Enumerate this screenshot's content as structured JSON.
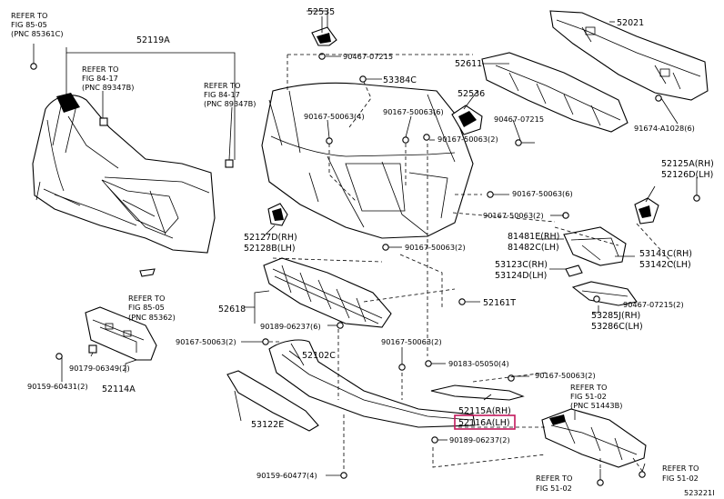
{
  "refs": {
    "r1": [
      "REFER TO",
      "FIG 85-05",
      "(PNC 85361C)"
    ],
    "r2": [
      "REFER TO",
      "FIG 84-17",
      "(PNC 89347B)"
    ],
    "r3": [
      "REFER TO",
      "FIG 84-17",
      "(PNC 89347B)"
    ],
    "r4": [
      "REFER TO",
      "FIG 85-05",
      "(PNC 85362)"
    ],
    "r5": [
      "REFER TO",
      "FIG 51-02",
      "(PNC 51443B)"
    ],
    "r6": [
      "REFER TO",
      "FIG 51-02"
    ],
    "r7": [
      "REFER TO",
      "FIG 51-02"
    ]
  },
  "labels": {
    "p52535": "52535",
    "p52021": "52021",
    "p52119A": "52119A",
    "p90467_07215_top": "90467-07215",
    "p53384C": "53384C",
    "p52611": "52611",
    "p52536": "52536",
    "p90467_07215_mid": "90467-07215",
    "p91674": "91674-A1028(6)",
    "p90167_4": "90167-50063(4)",
    "p90167_6a": "90167-50063(6)",
    "p90167_2a": "90167-50063(2)",
    "p52125A": "52125A(RH)",
    "p52126D": "52126D(LH)",
    "p90167_6b": "90167-50063(6)",
    "p90167_2b": "90167-50063(2)",
    "p52127D": "52127D(RH)",
    "p52128B": "52128B(LH)",
    "p90167_2c": "90167-50063(2)",
    "p81481E": "81481E(RH)",
    "p81482C": "81482C(LH)",
    "p53141C": "53141C(RH)",
    "p53142C": "53142C(LH)",
    "p53123C": "53123C(RH)",
    "p53124D": "53124D(LH)",
    "p52161T": "52161T",
    "p90467_07215_2": "90467-07215(2)",
    "p52618": "52618",
    "p53285J": "53285J(RH)",
    "p53286C": "53286C(LH)",
    "p90189_6": "90189-06237(6)",
    "p90167_2d": "90167-50063(2)",
    "p90167_2e": "90167-50063(2)",
    "p52102C": "52102C",
    "p90183": "90183-05050(4)",
    "p90179": "90179-06349(2)",
    "p90167_2f": "90167-50063(2)",
    "p90159_2": "90159-60431(2)",
    "p52114A": "52114A",
    "p52115A": "52115A(RH)",
    "p52116A": "52116A(LH)",
    "p53122E": "53122E",
    "p90189_2": "90189-06237(2)",
    "p90159_4": "90159-60477(4)",
    "diagram_id": "523221I"
  },
  "colors": {
    "highlight": "#c2185b",
    "ink": "#000000"
  }
}
